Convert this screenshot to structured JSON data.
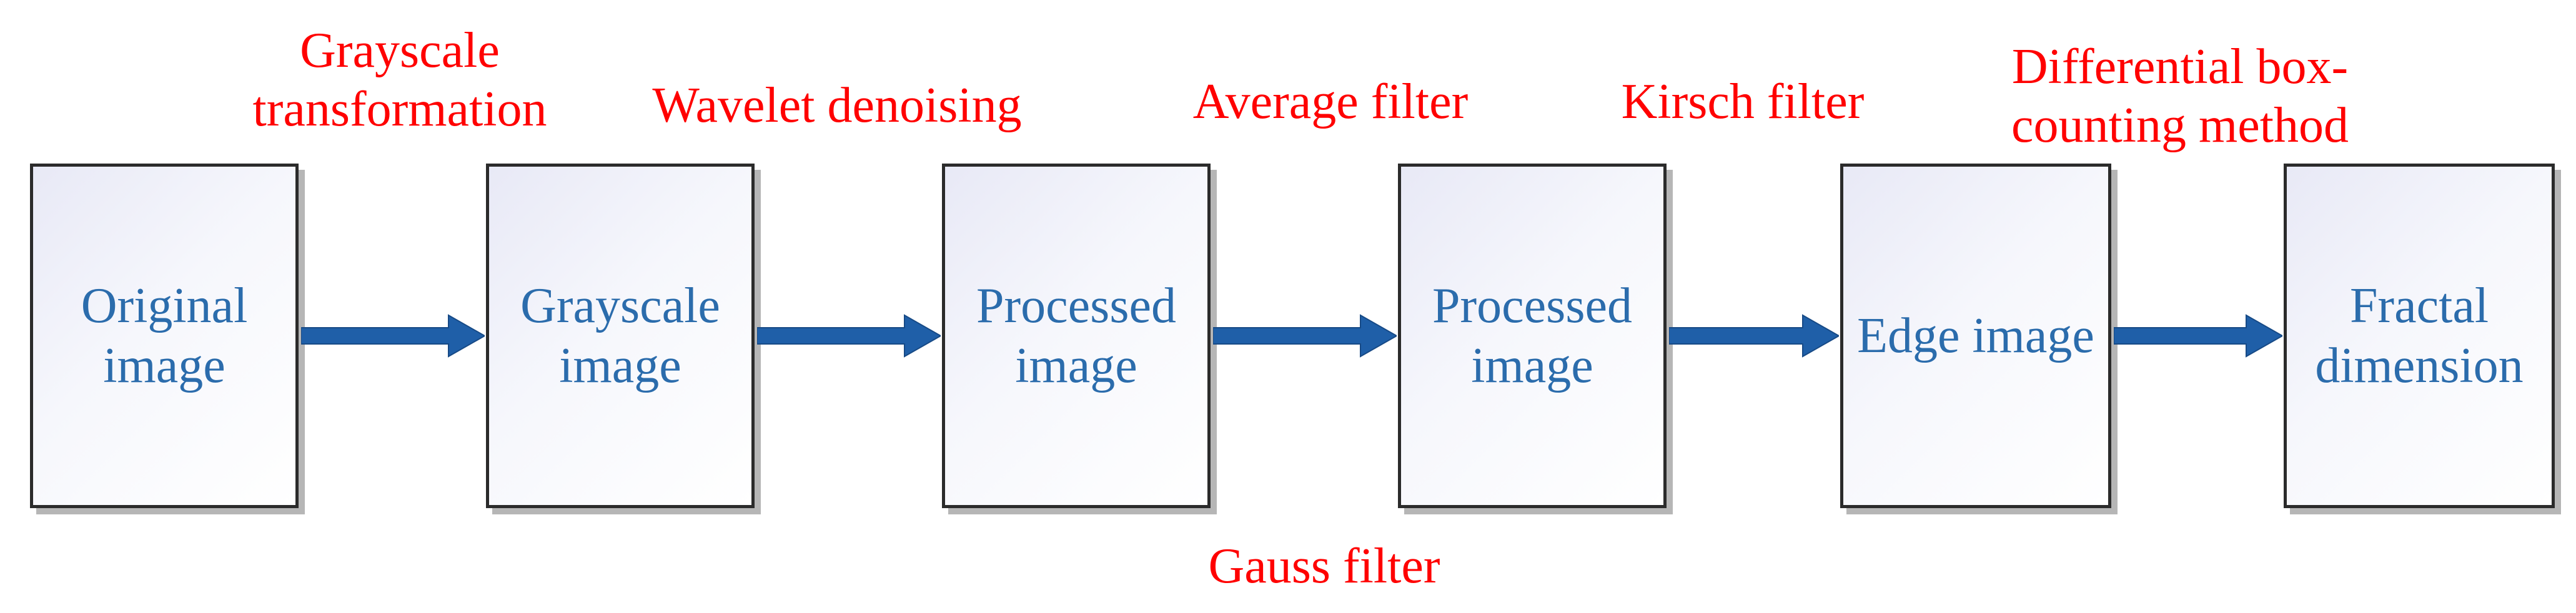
{
  "boxes": [
    {
      "label": "Original\nimage"
    },
    {
      "label": "Grayscale\nimage"
    },
    {
      "label": "Processed\nimage"
    },
    {
      "label": "Processed\nimage"
    },
    {
      "label": "Edge image"
    },
    {
      "label": "Fractal\ndimension"
    }
  ],
  "steps": {
    "grayscale_transformation": "Grayscale\ntransformation",
    "wavelet_denoising": "Wavelet denoising",
    "average_filter": "Average filter",
    "gauss_filter": "Gauss filter",
    "kirsch_filter": "Kirsch filter",
    "differential_box_counting": "Differential box-\ncounting method"
  },
  "colors": {
    "box_text": "#2b6cac",
    "step_text": "#ff0000",
    "arrow": "#1f5fa8",
    "box_border": "#2b2b2b"
  }
}
